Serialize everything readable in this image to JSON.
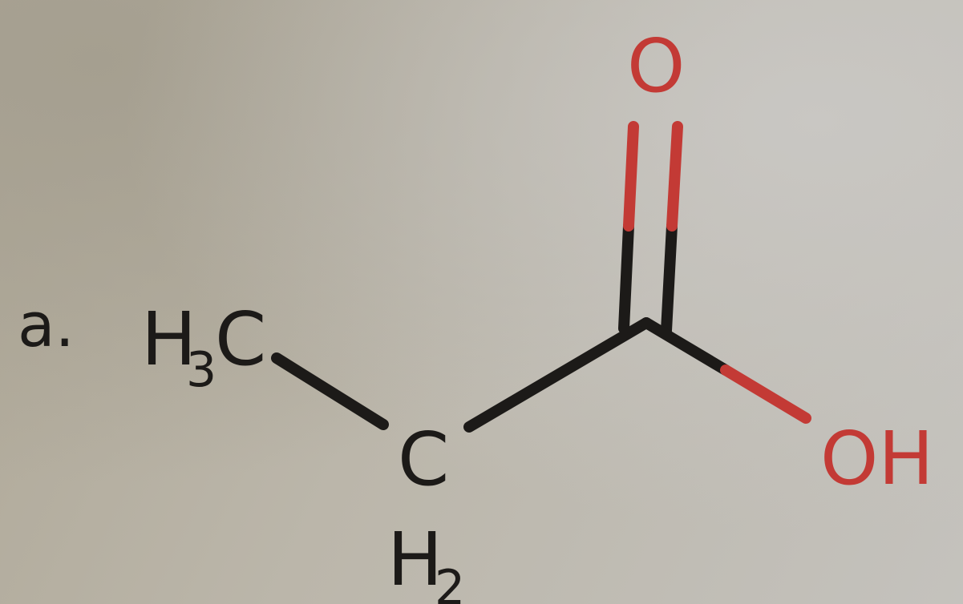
{
  "item_label": "a.",
  "atoms": {
    "methyl": {
      "symbol": "H",
      "sub": "3",
      "tail": "C"
    },
    "methylene": {
      "symbol": "C",
      "sub_h": "H",
      "sub_n": "2"
    },
    "carbonyl_oxygen": "O",
    "hydroxyl": "OH"
  },
  "colors": {
    "bond": "#1c1a18",
    "heteroatom": "#c33a35",
    "background": "#bdb8ad"
  }
}
